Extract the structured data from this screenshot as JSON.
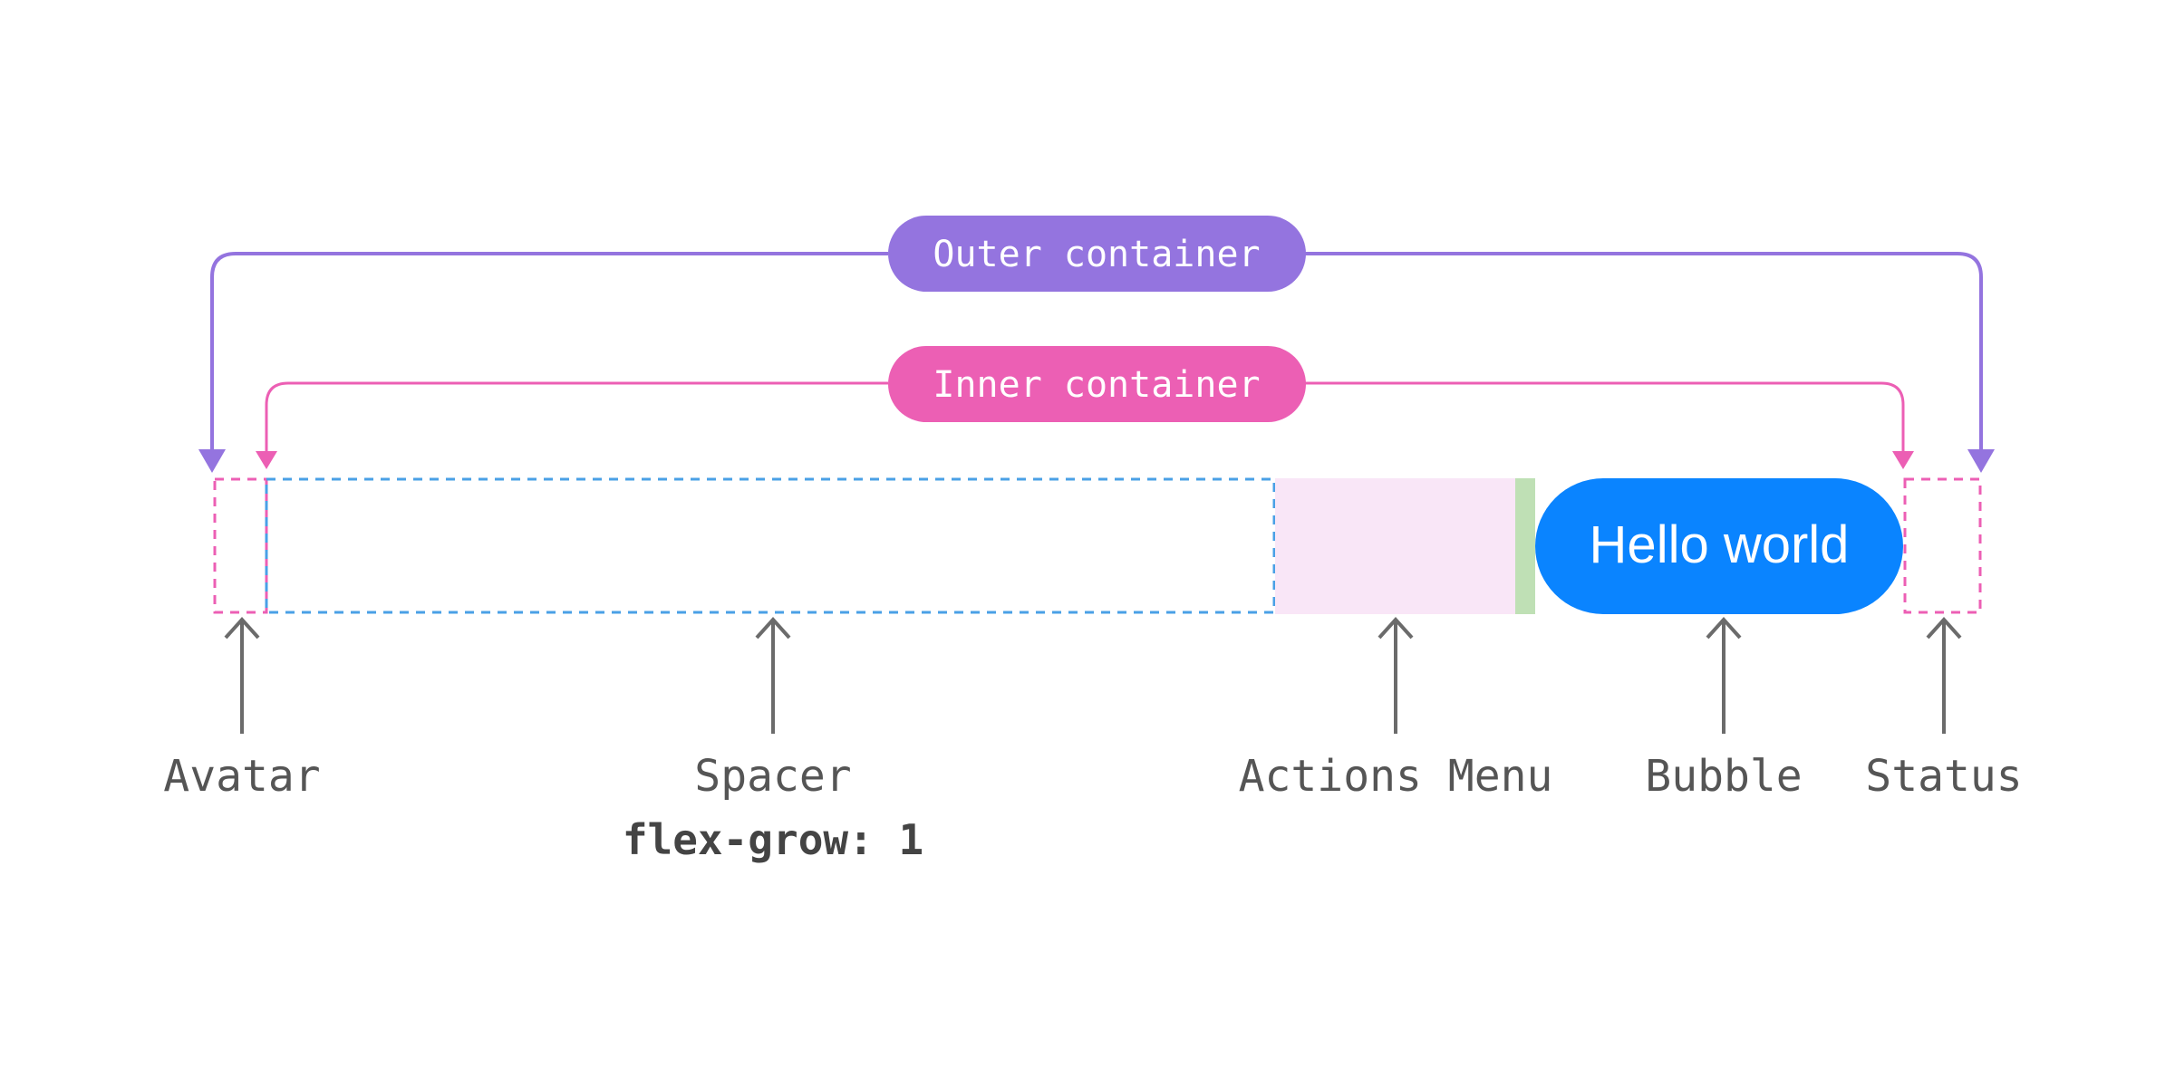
{
  "outer_container": {
    "label": "Outer container",
    "color": "#9474df"
  },
  "inner_container": {
    "label": "Inner container",
    "color": "#ec5fb4"
  },
  "spacer_border_color": "#4aa0e6",
  "actions_menu_fill": "#f9e6f7",
  "divider_color": "#bfe0b5",
  "bubble": {
    "text": "Hello world",
    "color": "#0a84ff"
  },
  "arrow_color": "#6b6b6b",
  "labels": {
    "avatar": "Avatar",
    "spacer": "Spacer",
    "spacer_code": "flex-grow: 1",
    "actions_menu": "Actions Menu",
    "bubble": "Bubble",
    "status": "Status"
  }
}
